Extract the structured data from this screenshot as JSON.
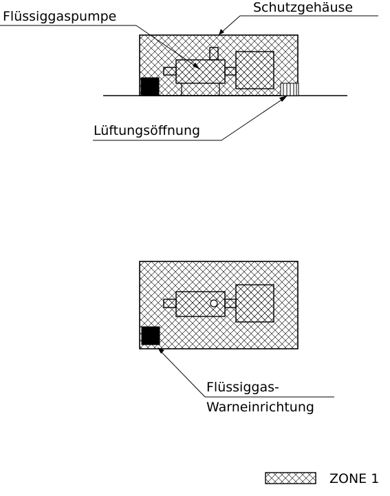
{
  "labels": {
    "pump": "Flüssiggaspumpe",
    "housing": "Schutzgehäuse",
    "vent": "Lüftungsöffnung",
    "warning_line1": "Flüssiggas-",
    "warning_line2": "Warneinrichtung"
  },
  "legend": {
    "label": "ZONE 1"
  }
}
